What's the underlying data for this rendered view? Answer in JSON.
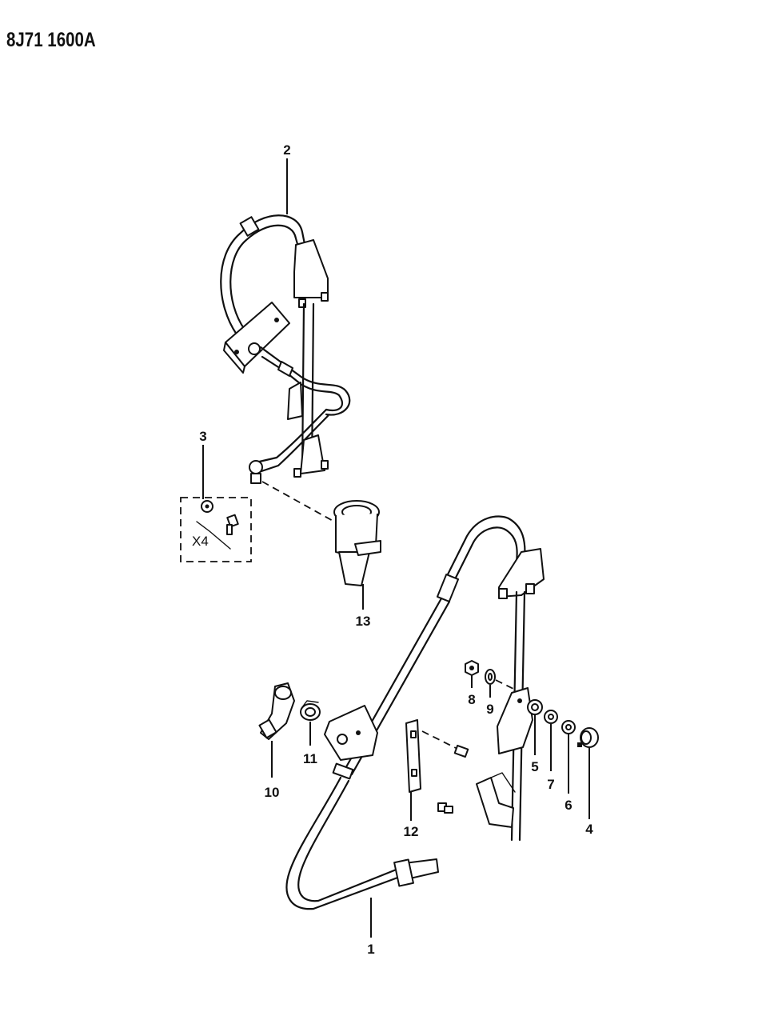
{
  "diagram_code": "8J71 1600A",
  "callouts": [
    {
      "id": "1",
      "label": "1"
    },
    {
      "id": "2",
      "label": "2"
    },
    {
      "id": "3",
      "label": "3"
    },
    {
      "id": "4",
      "label": "4"
    },
    {
      "id": "5",
      "label": "5"
    },
    {
      "id": "6",
      "label": "6"
    },
    {
      "id": "7",
      "label": "7"
    },
    {
      "id": "8",
      "label": "8"
    },
    {
      "id": "9",
      "label": "9"
    },
    {
      "id": "10",
      "label": "10"
    },
    {
      "id": "11",
      "label": "11"
    },
    {
      "id": "12",
      "label": "12"
    },
    {
      "id": "13",
      "label": "13"
    }
  ],
  "quantity_note": "X4"
}
